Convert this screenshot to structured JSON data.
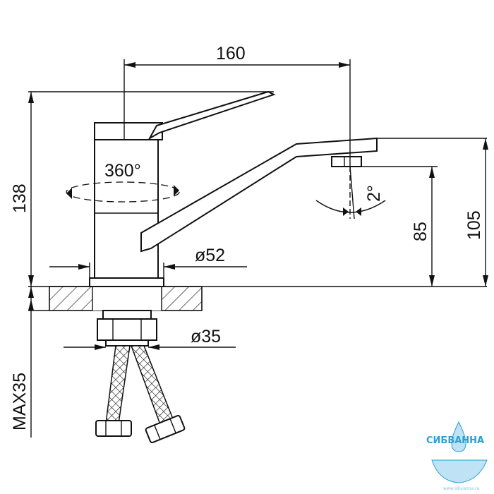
{
  "dimensions": {
    "width_label": "160",
    "height_label": "138",
    "rotation_label": "360°",
    "spout_angle_label": "2°",
    "base_diameter_label": "ø52",
    "thread_diameter_label": "ø35",
    "spout_height_label": "85",
    "total_spout_height_label": "105",
    "max_counter_label": "MAX35"
  },
  "watermark": {
    "brand": "СИБВАННА",
    "site": "www.sibvanna.ru"
  },
  "colors": {
    "line": "#111111",
    "logo_blue": "#2a9fd8",
    "logo_light": "#bfe2f5"
  }
}
